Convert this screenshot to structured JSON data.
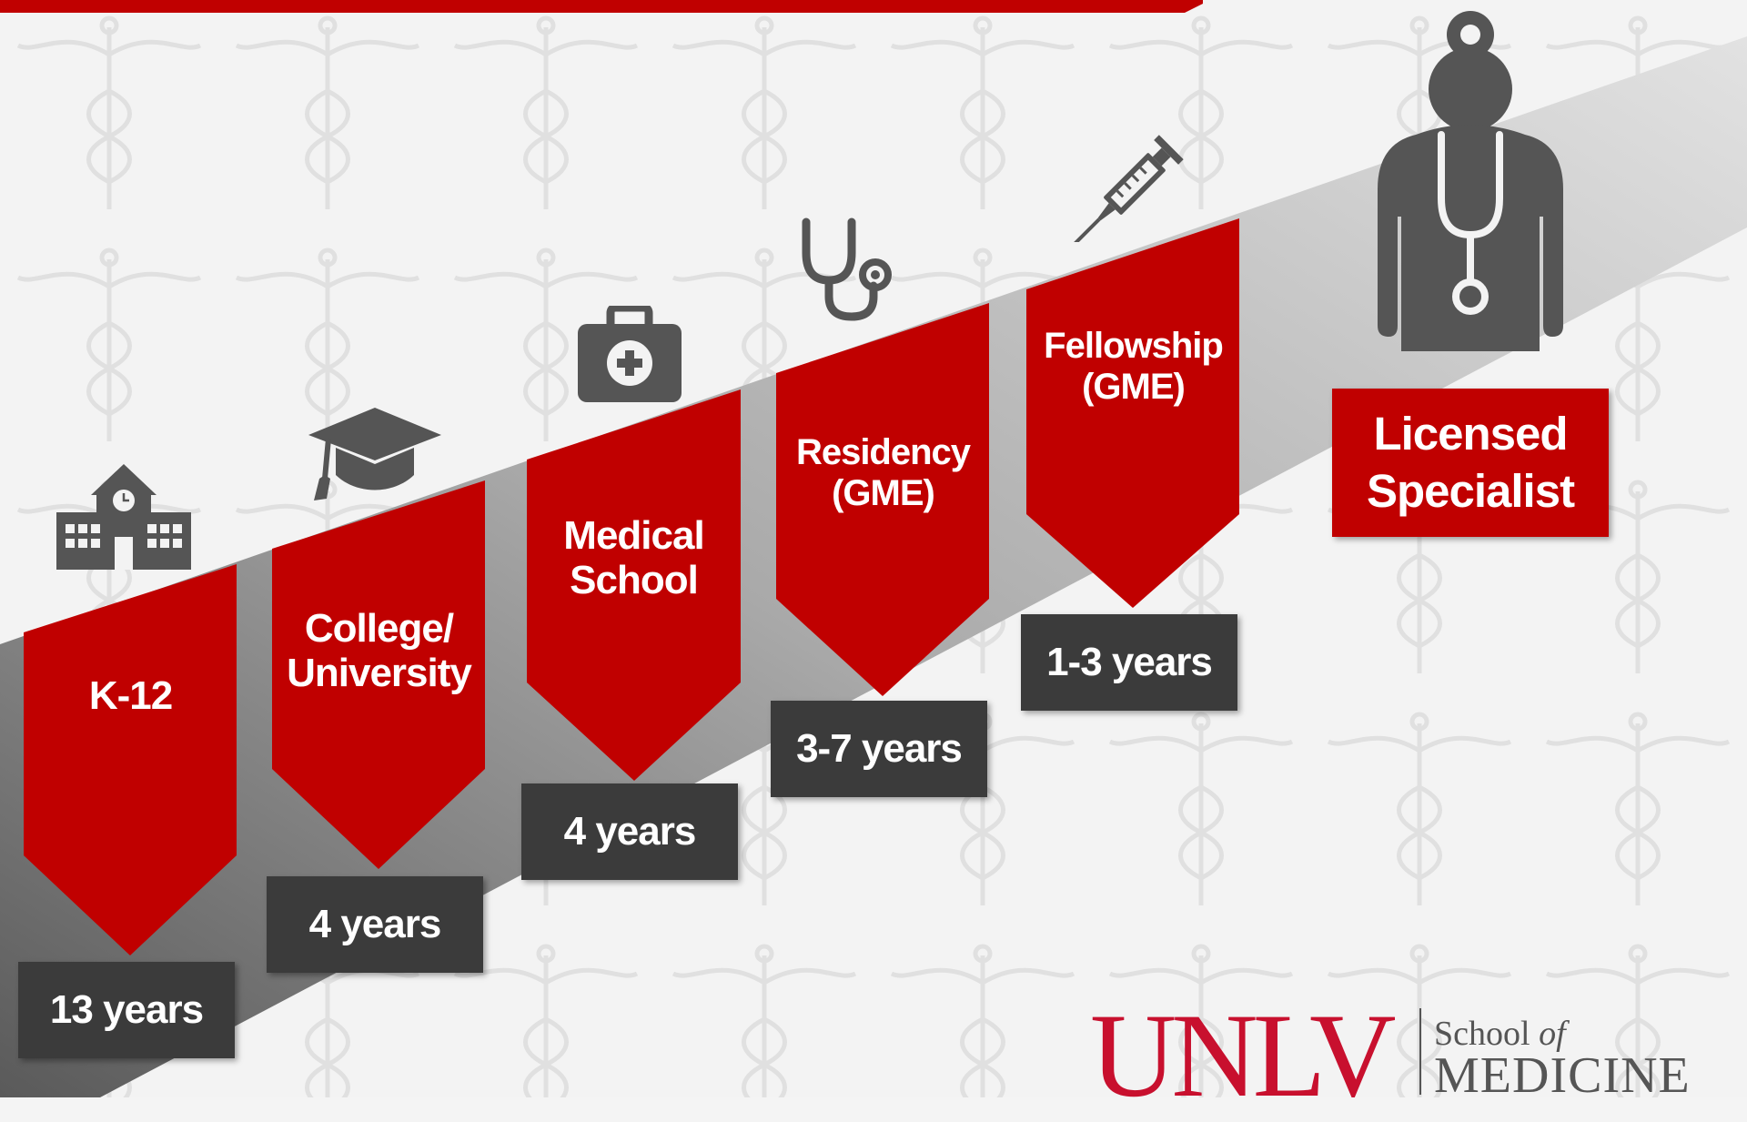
{
  "colors": {
    "accent_red": "#c00000",
    "box_dark": "#3b3b3b",
    "icon_gray": "#555555",
    "logo_red": "#c8102e"
  },
  "steps": [
    {
      "label": "K-12",
      "duration": "13 years",
      "icon": "school-building-icon"
    },
    {
      "label": "College/\nUniversity",
      "duration": "4 years",
      "icon": "graduation-cap-icon"
    },
    {
      "label": "Medical\nSchool",
      "duration": "4 years",
      "icon": "medical-kit-icon"
    },
    {
      "label": "Residency\n(GME)",
      "duration": "3-7 years",
      "icon": "stethoscope-icon"
    },
    {
      "label": "Fellowship\n(GME)",
      "duration": "1-3 years",
      "icon": "syringe-icon"
    }
  ],
  "final": {
    "label": "Licensed\nSpecialist",
    "icon": "doctor-icon"
  },
  "logo": {
    "wordmark": "UNLV",
    "line1_prefix": "School ",
    "line1_italic": "of",
    "line2": "MEDICINE"
  }
}
